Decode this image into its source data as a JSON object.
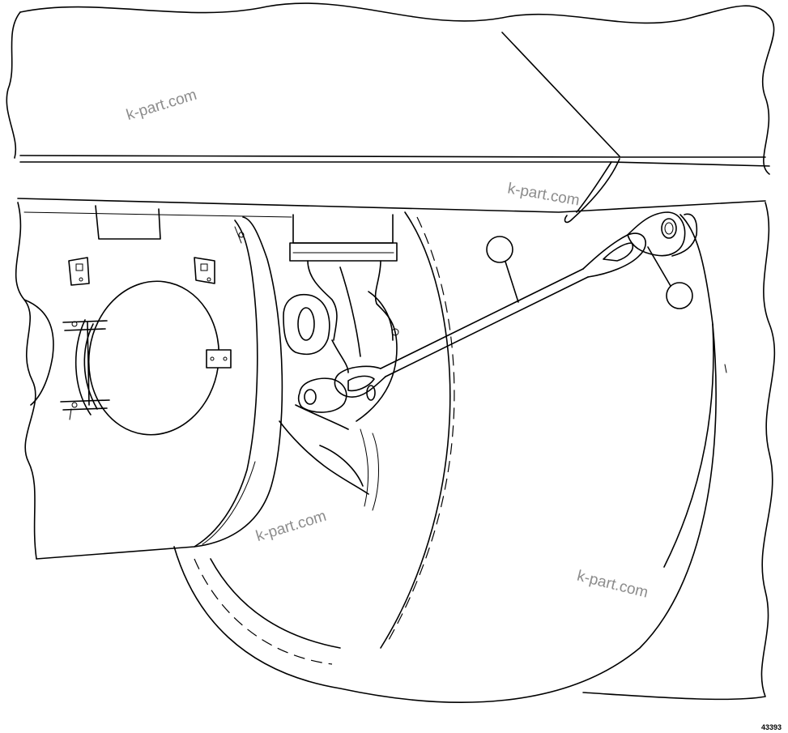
{
  "figure": {
    "number": "43393"
  },
  "watermarks": [
    "k-part.com",
    "k-part.com",
    "k-part.com",
    "k-part.com"
  ],
  "callouts": [
    {
      "label": ""
    },
    {
      "label": ""
    }
  ]
}
